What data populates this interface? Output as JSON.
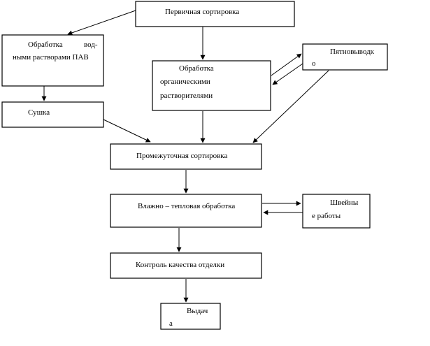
{
  "diagram": {
    "nodes": {
      "primary_sort": {
        "lines": [
          "Первичная сортировка"
        ]
      },
      "aqueous_treatment": {
        "lines": [
          "Обработка",
          "вод-",
          "ными растворами ПАВ"
        ]
      },
      "drying": {
        "lines": [
          "Сушка"
        ]
      },
      "organic_treatment": {
        "lines": [
          "Обработка",
          "органическими",
          "растворителями"
        ]
      },
      "spot_removal": {
        "lines": [
          "Пятновыводк",
          "о"
        ]
      },
      "intermediate_sort": {
        "lines": [
          "Промежуточная сортировка"
        ]
      },
      "wet_heat": {
        "lines": [
          "Влажно – тепловая обработка"
        ]
      },
      "sewing": {
        "lines": [
          "Швейны",
          "е работы"
        ]
      },
      "quality_control": {
        "lines": [
          "Контроль качества отделки"
        ]
      },
      "issue": {
        "lines": [
          "Выдач",
          "а"
        ]
      }
    },
    "edges": [
      [
        "primary_sort",
        "aqueous_treatment"
      ],
      [
        "primary_sort",
        "organic_treatment"
      ],
      [
        "aqueous_treatment",
        "drying"
      ],
      [
        "drying",
        "intermediate_sort"
      ],
      [
        "organic_treatment",
        "spot_removal"
      ],
      [
        "spot_removal",
        "organic_treatment"
      ],
      [
        "organic_treatment",
        "intermediate_sort"
      ],
      [
        "spot_removal",
        "intermediate_sort"
      ],
      [
        "intermediate_sort",
        "wet_heat"
      ],
      [
        "wet_heat",
        "sewing"
      ],
      [
        "sewing",
        "wet_heat"
      ],
      [
        "wet_heat",
        "quality_control"
      ],
      [
        "quality_control",
        "issue"
      ]
    ]
  }
}
